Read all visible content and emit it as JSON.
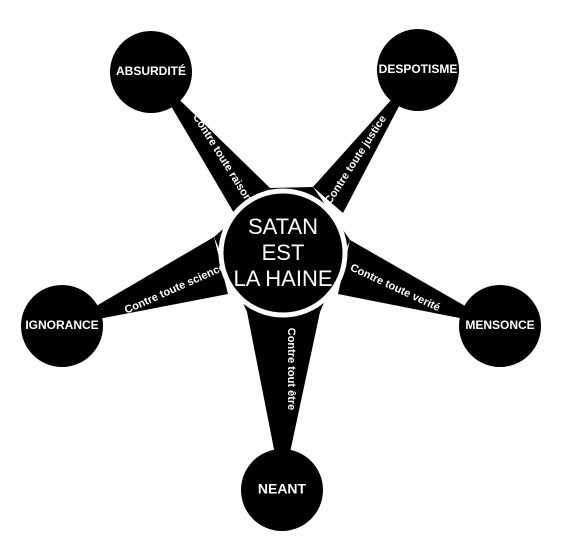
{
  "center": {
    "lines": [
      "SATAN",
      "EST",
      "LA HAINE"
    ]
  },
  "nodes": {
    "top_left": "ABSURDITÉ",
    "top_right": "DESPOTISME",
    "left": "IGNORANCE",
    "right": "MENSONCE",
    "bottom": "NEANT"
  },
  "arms": {
    "upper_left": "Contre toute raison",
    "upper_right": "Contre toute justice",
    "left": "Contre toute science",
    "right": "Contre toute verité",
    "bottom": "Contre tout être"
  },
  "colors": {
    "fill": "#000000",
    "text": "#ffffff",
    "background": "#ffffff"
  }
}
